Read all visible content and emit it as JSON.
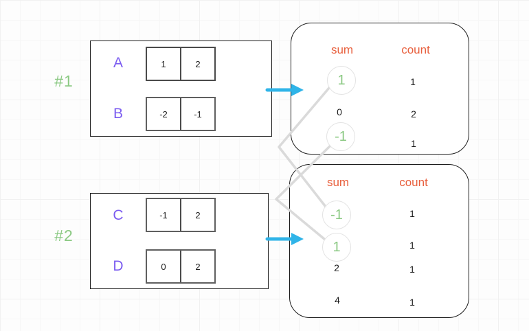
{
  "colors": {
    "accent_green": "#8bc983",
    "accent_purple": "#7b5cf0",
    "accent_orange": "#e8603e",
    "arrow_blue": "#2fb4e8",
    "connector_gray": "#dadada",
    "text_black": "#1b1b1b"
  },
  "groups": [
    {
      "tag": "#1",
      "arrays": [
        {
          "name": "A",
          "cells": [
            "1",
            "2"
          ]
        },
        {
          "name": "B",
          "cells": [
            "-2",
            "-1"
          ]
        }
      ]
    },
    {
      "tag": "#2",
      "arrays": [
        {
          "name": "C",
          "cells": [
            "-1",
            "2"
          ]
        },
        {
          "name": "D",
          "cells": [
            "0",
            "2"
          ]
        }
      ]
    }
  ],
  "tables": [
    {
      "sum_header": "sum",
      "count_header": "count",
      "rows": [
        {
          "sum": "1",
          "count": "1",
          "circled": true
        },
        {
          "sum": "0",
          "count": "2",
          "circled": false
        },
        {
          "sum": "-1",
          "count": "1",
          "circled": true
        }
      ]
    },
    {
      "sum_header": "sum",
      "count_header": "count",
      "rows": [
        {
          "sum": "-1",
          "count": "1",
          "circled": true
        },
        {
          "sum": "1",
          "count": "1",
          "circled": true
        },
        {
          "sum": "2",
          "count": "1",
          "circled": false
        },
        {
          "sum": "4",
          "count": "1",
          "circled": false
        }
      ]
    }
  ],
  "icons": {
    "arrow_1": "right-arrow",
    "arrow_2": "right-arrow",
    "connector_1": "match-line sum 1 to sum -1",
    "connector_2": "match-line sum -1 to sum 1"
  }
}
